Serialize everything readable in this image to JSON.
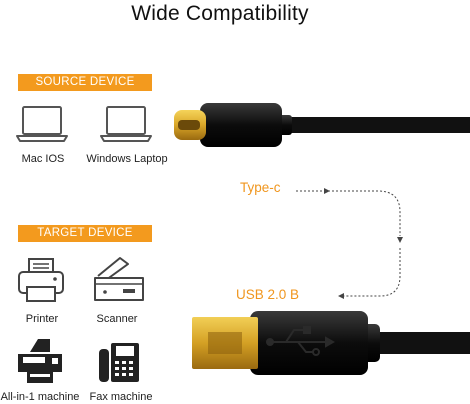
{
  "title": "Wide Compatibility",
  "source_section": {
    "label": "SOURCE DEVICE",
    "devices": [
      {
        "label": "Mac IOS",
        "icon": "laptop-icon"
      },
      {
        "label": "Windows Laptop",
        "icon": "laptop-icon"
      }
    ]
  },
  "target_section": {
    "label": "TARGET DEVICE",
    "devices": [
      {
        "label": "Printer",
        "icon": "printer-icon"
      },
      {
        "label": "Scanner",
        "icon": "scanner-icon"
      },
      {
        "label": "All-in-1 machine",
        "icon": "all-in-one-icon"
      },
      {
        "label": "Fax machine",
        "icon": "fax-icon"
      }
    ]
  },
  "connectors": {
    "type_c_label": "Type-c",
    "usb_b_label": "USB 2.0 B"
  },
  "colors": {
    "accent": "#f39a1e",
    "gold": "#d9a628",
    "cable": "#111111"
  }
}
